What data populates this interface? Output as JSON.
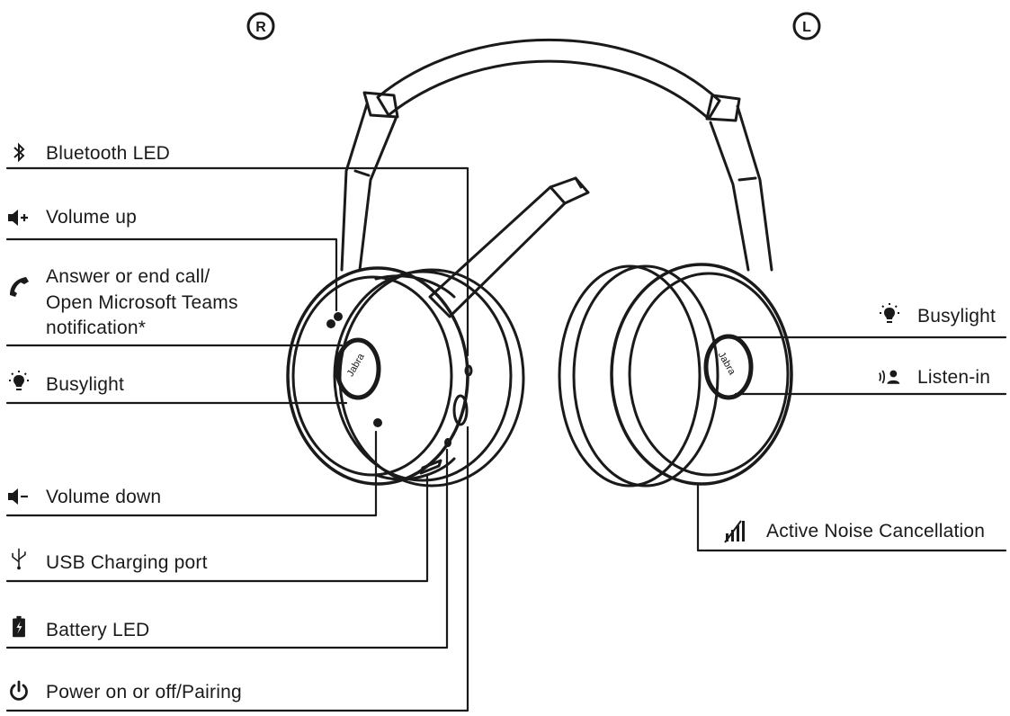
{
  "side_markers": {
    "right": "R",
    "left": "L"
  },
  "brand_logo": "Jabra",
  "callouts": {
    "bluetooth_led": "Bluetooth LED",
    "volume_up": "Volume up",
    "answer_call_line1": "Answer or end call/",
    "answer_call_line2": "Open Microsoft Teams",
    "answer_call_line3": "notification*",
    "busylight_right": "Busylight",
    "volume_down": "Volume down",
    "usb_port": "USB Charging port",
    "battery_led": "Battery LED",
    "power": "Power on or off/Pairing",
    "busylight_left": "Busylight",
    "listen_in": "Listen-in",
    "anc": "Active Noise Cancellation"
  },
  "icons": {
    "bluetooth_led": "bluetooth-icon",
    "volume_up": "volume-up-icon",
    "answer_call": "phone-handset-icon",
    "busylight": "lightbulb-icon",
    "volume_down": "volume-down-icon",
    "usb_port": "usb-icon",
    "battery_led": "battery-charging-icon",
    "power": "power-icon",
    "listen_in": "listen-in-icon",
    "anc": "noise-cancellation-icon"
  },
  "colors": {
    "line": "#1a1a1a",
    "background": "#ffffff"
  }
}
